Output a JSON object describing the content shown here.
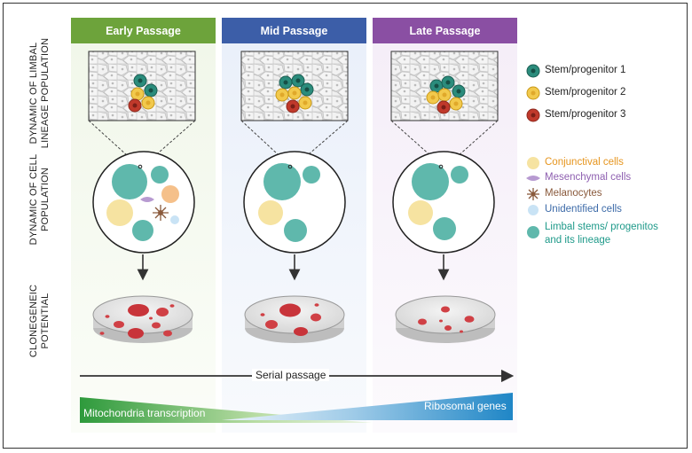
{
  "columns": [
    {
      "label": "Early Passage",
      "color": "#6da33b"
    },
    {
      "label": "Mid Passage",
      "color": "#3c5ea8"
    },
    {
      "label": "Late Passage",
      "color": "#8a4fa3"
    }
  ],
  "row_labels": {
    "lineage": "DYNAMIC OF LIMBAL LINEAGE POPULATION",
    "population": "DYNAMIC OF CELL POPULATION",
    "clonogenic": "CLONEGENEIC POTENTIAL"
  },
  "legend_stem": [
    {
      "label": "Stem/progenitor 1",
      "color": "#2b8c7c"
    },
    {
      "label": "Stem/progenitor 2",
      "color": "#f2c94c"
    },
    {
      "label": "Stem/progenitor 3",
      "color": "#c0392b"
    }
  ],
  "legend_cells": [
    {
      "label": "Conjunctival cells",
      "color": "#e6951e"
    },
    {
      "label": "Mesenchymal cells",
      "color": "#8e5fb0"
    },
    {
      "label": "Melanocytes",
      "color": "#8a5a3c"
    },
    {
      "label": "Unidentified cells",
      "color": "#3c6aa8"
    },
    {
      "label": "Limbal stems/ progenitos and its lineage",
      "color": "#1f9a8a"
    }
  ],
  "serial_passage": "Serial passage",
  "gradients": {
    "mitochondria": "Mitochondria transcription",
    "ribosomal": "Ribosomal genes"
  }
}
